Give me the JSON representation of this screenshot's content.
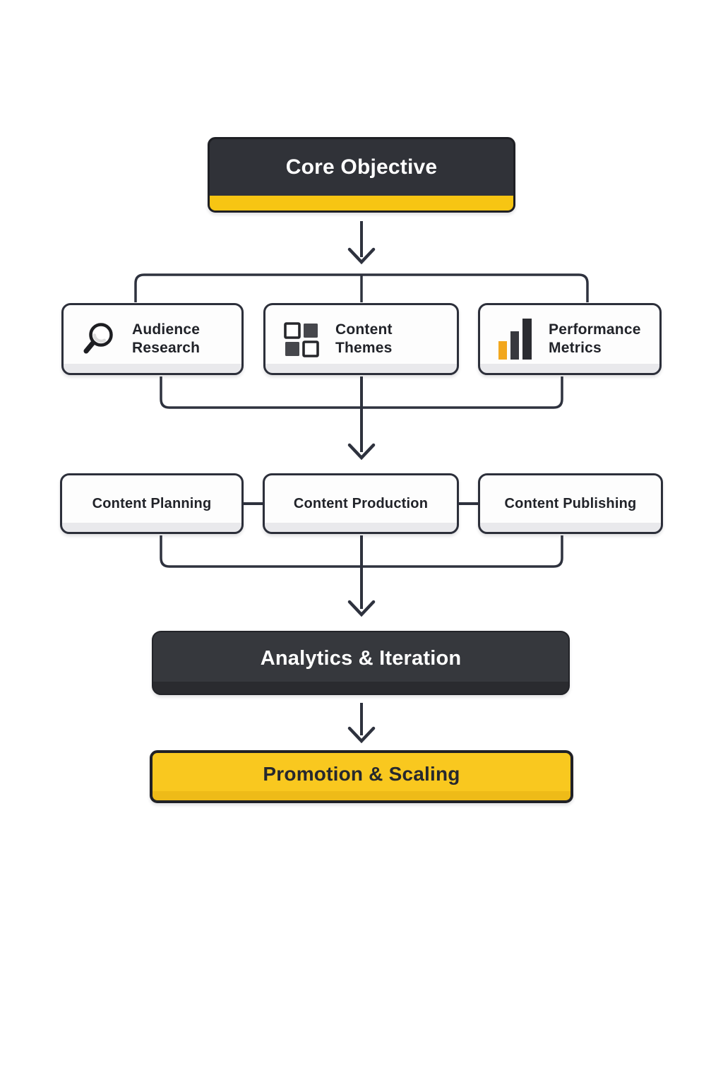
{
  "colors": {
    "dark_fill": "#303238",
    "dark_fill_bottom": "#2A2B2F",
    "accent_yellow": "#F7C513",
    "promo_yellow": "#F9C81F",
    "promo_yellow_bottom": "#EEBB18",
    "line": "#2E323E",
    "box_border": "#2C2F3A",
    "box_fill": "#FDFDFD",
    "box_fill_bottom": "#E9E9EC",
    "text_dark": "#212329",
    "text_light": "#FFFFFF",
    "amber_bar": "#F2A71E"
  },
  "nodes": {
    "core": {
      "label": "Core Objective"
    },
    "research": [
      {
        "label": "Audience Research",
        "icon": "magnifier-search-icon"
      },
      {
        "label": "Content Themes",
        "icon": "theme-grid-icon"
      },
      {
        "label": "Performance Metrics",
        "icon": "bar-chart-icon"
      }
    ],
    "process": [
      {
        "label": "Content Planning"
      },
      {
        "label": "Content Production"
      },
      {
        "label": "Content Publishing"
      }
    ],
    "analytics": {
      "label": "Analytics & Iteration"
    },
    "promotion": {
      "label": "Promotion & Scaling"
    }
  }
}
